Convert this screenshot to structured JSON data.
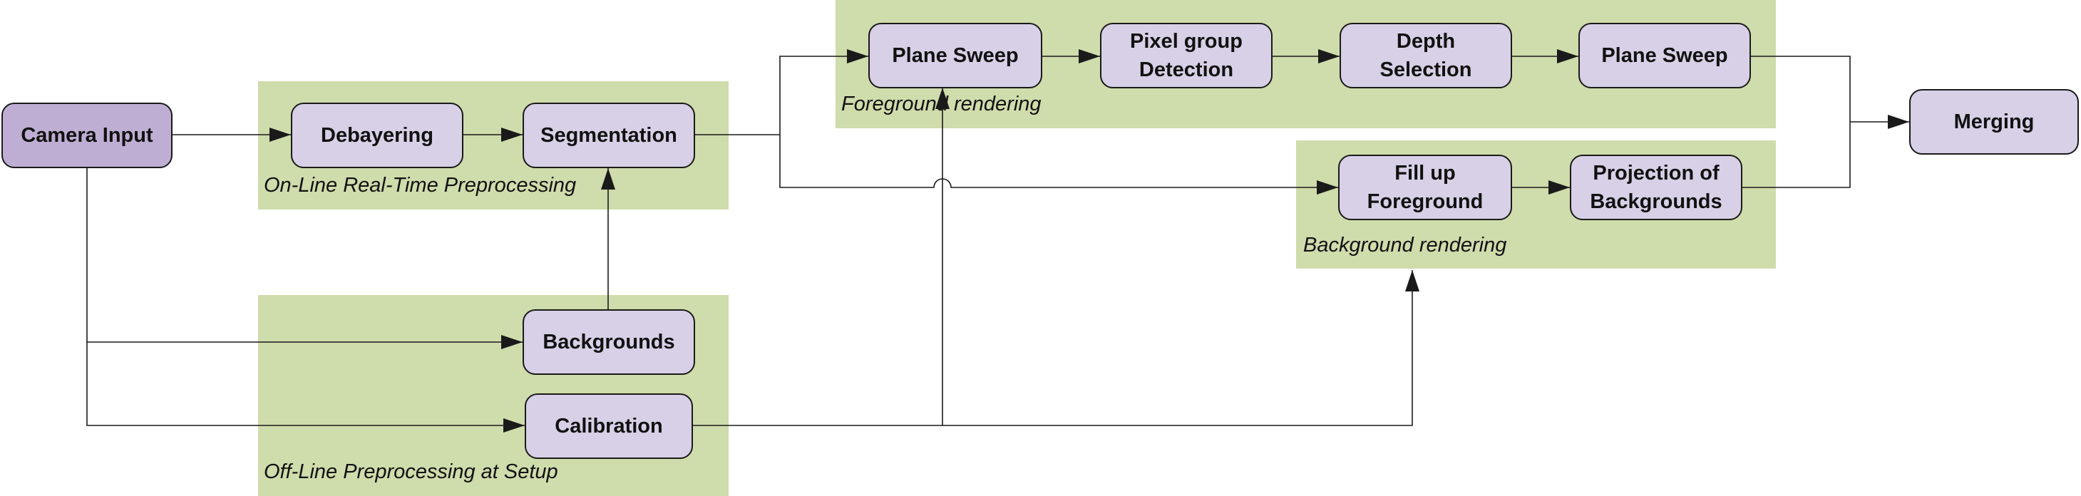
{
  "diagram": {
    "regions": {
      "online": "On-Line Real-Time Preprocessing",
      "offline": "Off-Line Preprocessing at Setup",
      "foreground": "Foreground rendering",
      "background": "Background rendering"
    },
    "nodes": {
      "camera_input": "Camera Input",
      "debayering": "Debayering",
      "segmentation": "Segmentation",
      "backgrounds": "Backgrounds",
      "calibration": "Calibration",
      "plane_sweep_1": "Plane Sweep",
      "pixel_group_detection": "Pixel group\nDetection",
      "depth_selection": "Depth\nSelection",
      "plane_sweep_2": "Plane Sweep",
      "fill_up_foreground": "Fill up\nForeground",
      "projection_of_backgrounds": "Projection of\nBackgrounds",
      "merging": "Merging"
    },
    "colors": {
      "region_fill": "#cfdcab",
      "node_fill": "#d7d0e6",
      "input_node_fill": "#bfaed3",
      "edge": "#1a1a1a"
    }
  }
}
